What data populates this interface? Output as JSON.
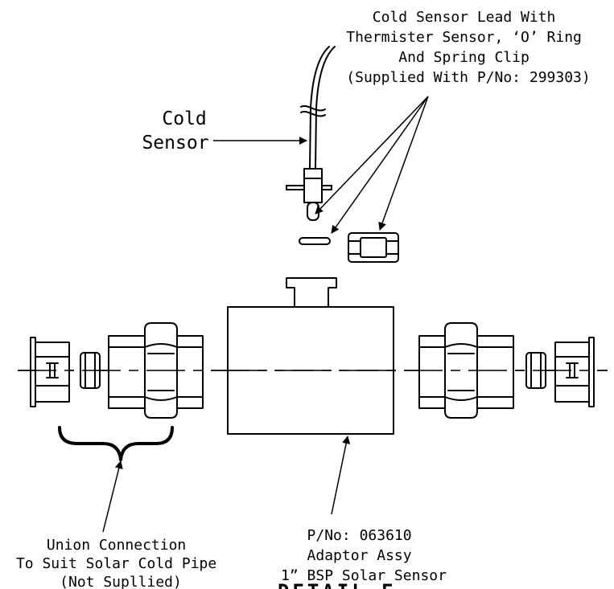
{
  "labels": {
    "cold_sensor_lead": [
      "Cold Sensor Lead With",
      "Thermister Sensor, ‘O’ Ring",
      "And Spring Clip",
      "(Supplied With P/No: 299303)"
    ],
    "cold_sensor": [
      "Cold",
      "Sensor"
    ],
    "adaptor_assy": [
      "P/No: 063610",
      "Adaptor Assy",
      "1” BSP Solar Sensor"
    ],
    "union_connection": [
      "Union Connection",
      "To Suit Solar Cold Pipe",
      "(Not Supllied)"
    ],
    "detail_title": "DETAIL E"
  }
}
